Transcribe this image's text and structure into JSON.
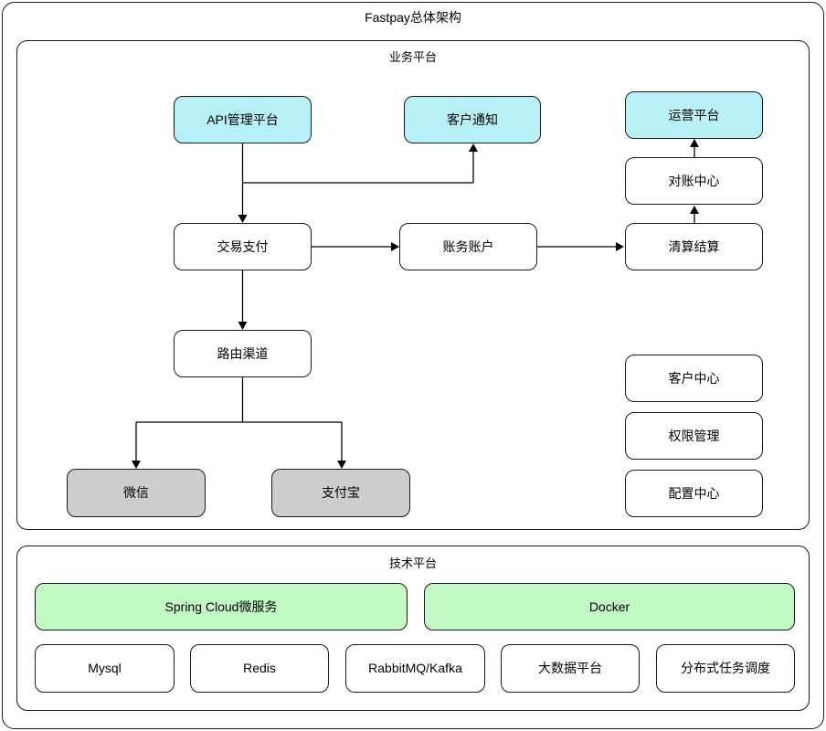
{
  "title": "Fastpay总体架构",
  "business": {
    "label": "业务平台",
    "nodes": {
      "api_platform": {
        "label": "API管理平台",
        "color": "cyan"
      },
      "customer_notify": {
        "label": "客户通知",
        "color": "cyan"
      },
      "operation_platform": {
        "label": "运营平台",
        "color": "cyan"
      },
      "reconciliation_center": {
        "label": "对账中心",
        "color": "white"
      },
      "trade_payment": {
        "label": "交易支付",
        "color": "white"
      },
      "accounting": {
        "label": "账务账户",
        "color": "white"
      },
      "clearing_settlement": {
        "label": "清算结算",
        "color": "white"
      },
      "routing_channel": {
        "label": "路由渠道",
        "color": "white"
      },
      "customer_center": {
        "label": "客户中心",
        "color": "white"
      },
      "permission_mgmt": {
        "label": "权限管理",
        "color": "white"
      },
      "config_center": {
        "label": "配置中心",
        "color": "white"
      },
      "wechat": {
        "label": "微信",
        "color": "gray"
      },
      "alipay": {
        "label": "支付宝",
        "color": "gray"
      }
    },
    "edges": [
      "API管理平台 -> 交易支付",
      "API管理平台 -> 客户通知",
      "交易支付 -> 账务账户",
      "账务账户 -> 清算结算",
      "清算结算 -> 对账中心",
      "对账中心 -> 运营平台",
      "交易支付 -> 路由渠道",
      "路由渠道 -> 微信",
      "路由渠道 -> 支付宝"
    ]
  },
  "tech": {
    "label": "技术平台",
    "nodes": {
      "spring_cloud": {
        "label": "Spring Cloud微服务",
        "color": "green"
      },
      "docker": {
        "label": "Docker",
        "color": "green"
      },
      "mysql": {
        "label": "Mysql",
        "color": "white"
      },
      "redis": {
        "label": "Redis",
        "color": "white"
      },
      "mq": {
        "label": "RabbitMQ/Kafka",
        "color": "white"
      },
      "bigdata": {
        "label": "大数据平台",
        "color": "white"
      },
      "scheduler": {
        "label": "分布式任务调度",
        "color": "white"
      }
    }
  },
  "colors": {
    "node_cyan": "#b7f1f7",
    "node_green": "#c2f8c4",
    "node_gray": "#cdcdcd",
    "node_white": "#ffffff",
    "border": "#1a1a1a",
    "background": "#ffffff"
  }
}
